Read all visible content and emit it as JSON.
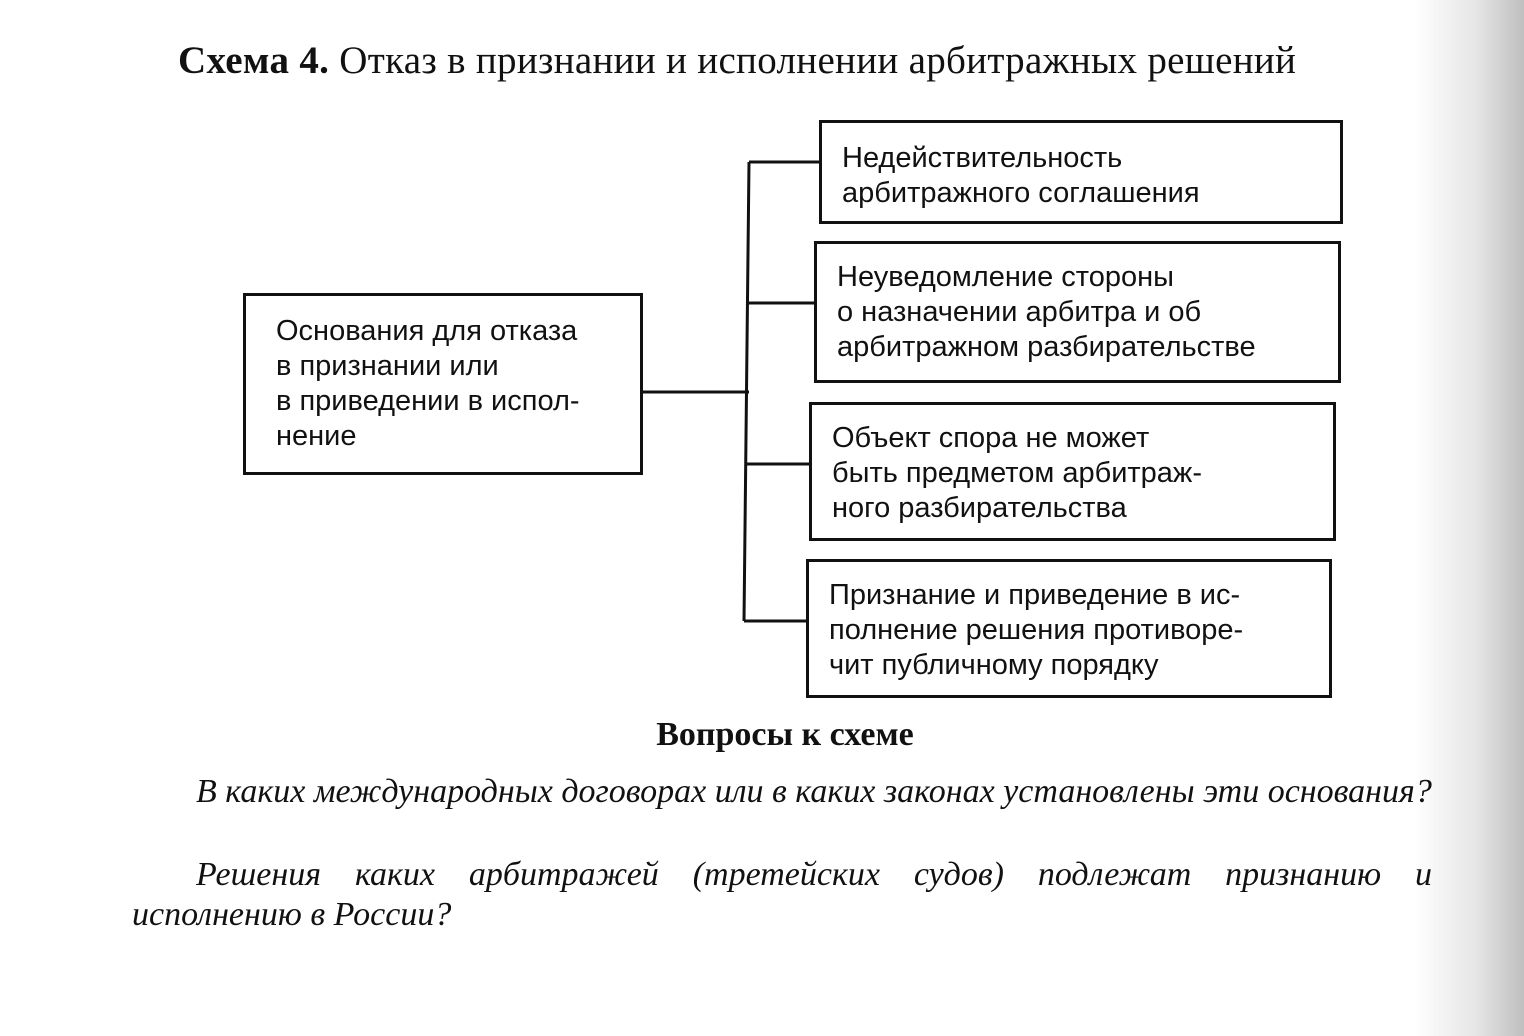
{
  "title": {
    "label": "Схема 4.",
    "text": "Отказ в признании и исполнении арбитражных решений"
  },
  "main_box": {
    "text": "Основания для отказа\nв признании или\nв приведении в испол-\nнение"
  },
  "grounds": [
    {
      "text": "Недействительность\nарбитражного соглашения"
    },
    {
      "text": "Неуведомление стороны\nо назначении арбитра и об\nарбитражном разбирательстве"
    },
    {
      "text": "Объект спора не может\nбыть предметом арбитраж-\nного разбирательства"
    },
    {
      "text": "Признание и приведение в ис-\nполнение решения противоре-\nчит публичному порядку"
    }
  ],
  "questions": {
    "title": "Вопросы к схеме",
    "items": [
      "В каких международных договорах или в каких законах установлены эти основания?",
      "Решения каких арбитражей (третейских судов) подлежат признанию и исполнению в России?"
    ]
  }
}
